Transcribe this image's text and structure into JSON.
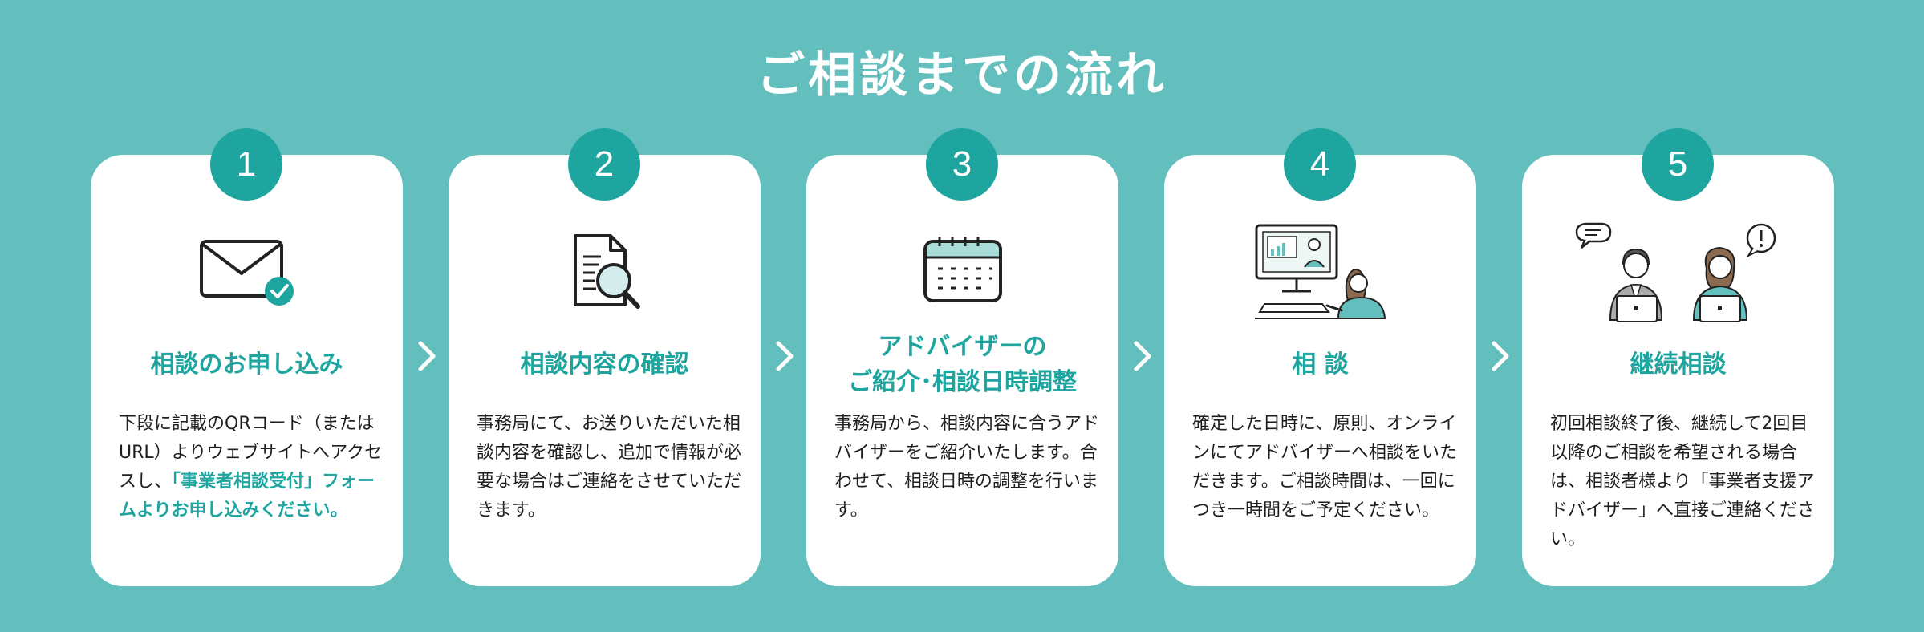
{
  "title": "ご相談までの流れ",
  "colors": {
    "background": "#63bfbd",
    "accent": "#1fa59f",
    "card": "#ffffff"
  },
  "steps": [
    {
      "number": "1",
      "icon": "envelope-check-icon",
      "title": "相談のお申し込み",
      "desc_plain": "下段に記載のQRコード（またはURL）よりウェブサイトへアクセスし、",
      "desc_highlight": "「事業者相談受付」フォームよりお申し込みください。"
    },
    {
      "number": "2",
      "icon": "document-search-icon",
      "title": "相談内容の確認",
      "desc": "事務局にて、お送りいただいた相談内容を確認し、追加で情報が必要な場合はご連絡をさせていただきます。"
    },
    {
      "number": "3",
      "icon": "calendar-icon",
      "title_line1": "アドバイザーの",
      "title_line2": "ご紹介･相談日時調整",
      "desc": "事務局から、相談内容に合うアドバイザーをご紹介いたします。合わせて、相談日時の調整を行います。"
    },
    {
      "number": "4",
      "icon": "online-meeting-icon",
      "title": "相 談",
      "desc": "確定した日時に、原則、オンラインにてアドバイザーへ相談をいただきます。ご相談時間は、一回につき一時間をご予定ください。"
    },
    {
      "number": "5",
      "icon": "two-people-consultation-icon",
      "title": "継続相談",
      "desc": "初回相談終了後、継続して2回目以降のご相談を希望される場合は、相談者様より「事業者支援アドバイザー」へ直接ご連絡ください。"
    }
  ]
}
